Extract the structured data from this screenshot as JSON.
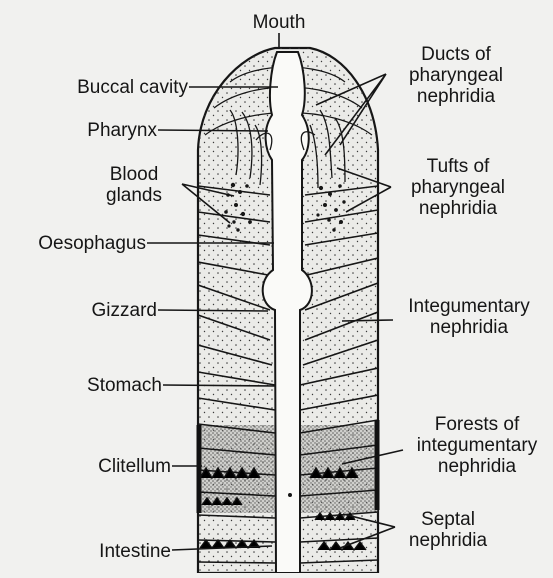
{
  "labels": {
    "mouth": "Mouth",
    "buccal_cavity": "Buccal cavity",
    "pharynx": "Pharynx",
    "blood_glands": [
      "Blood",
      "glands"
    ],
    "oesophagus": "Oesophagus",
    "gizzard": "Gizzard",
    "stomach": "Stomach",
    "clitellum": "Clitellum",
    "intestine": "Intestine",
    "ducts_pharyngeal_nephridia": [
      "Ducts of",
      "pharyngeal",
      "nephridia"
    ],
    "tufts_pharyngeal_nephridia": [
      "Tufts of",
      "pharyngeal",
      "nephridia"
    ],
    "integumentary_nephridia": [
      "Integumentary",
      "nephridia"
    ],
    "forests_integumentary_nephridia": [
      "Forests of",
      "integumentary",
      "nephridia"
    ],
    "septal_nephridia": [
      "Septal",
      "nephridia"
    ]
  },
  "colors": {
    "ink": "#161616",
    "paper": "#f1f1ef",
    "gut": "#fafaf8",
    "clitellum_shade": "#9a9a97"
  }
}
